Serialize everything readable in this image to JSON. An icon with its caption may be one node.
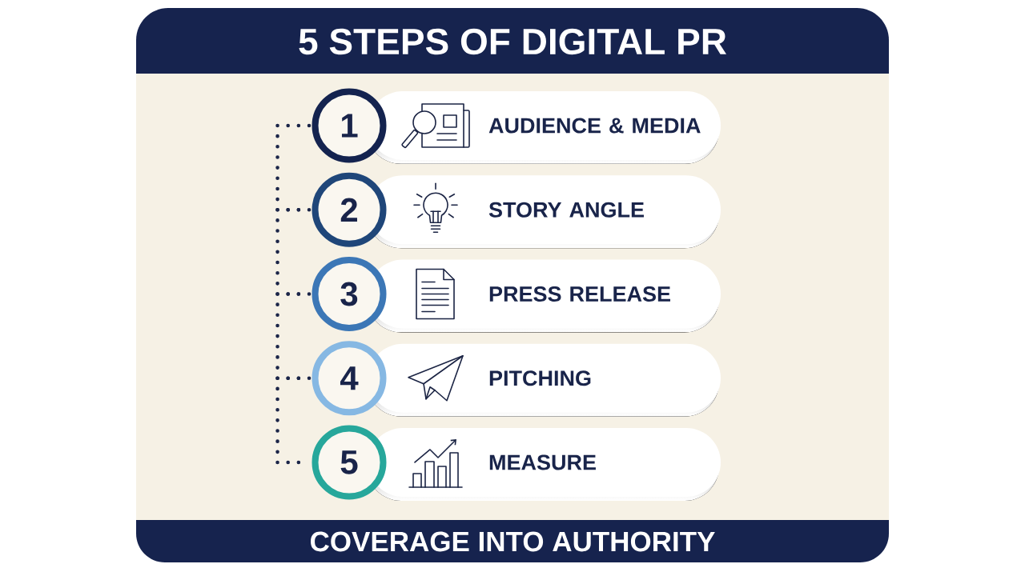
{
  "diagram": {
    "title": "5 STEPS OF DIGITAL PR",
    "caption": "COVERAGE INTO AUTHORITY",
    "nodes": [
      {
        "text": [
          "1"
        ]
      },
      {
        "text": [
          "AUDIENCE & MEDIA"
        ]
      },
      {
        "text": [
          "2"
        ]
      },
      {
        "text": [
          "STORY ANGLE"
        ]
      },
      {
        "text": [
          "3"
        ]
      },
      {
        "text": [
          "PRESS RELEASE"
        ]
      },
      {
        "text": [
          "4"
        ]
      },
      {
        "text": [
          "PITCHING"
        ]
      },
      {
        "text": [
          "5"
        ]
      },
      {
        "text": [
          "MEASURE"
        ]
      }
    ],
    "edges": [
      {
        "from": 0,
        "to": 2,
        "arrow": "none",
        "style": "dashed"
      },
      {
        "from": 2,
        "to": 4,
        "arrow": "none",
        "style": "dashed"
      },
      {
        "from": 4,
        "to": 6,
        "arrow": "none",
        "style": "dashed"
      },
      {
        "from": 6,
        "to": 8,
        "arrow": "none",
        "style": "dashed"
      }
    ]
  }
}
